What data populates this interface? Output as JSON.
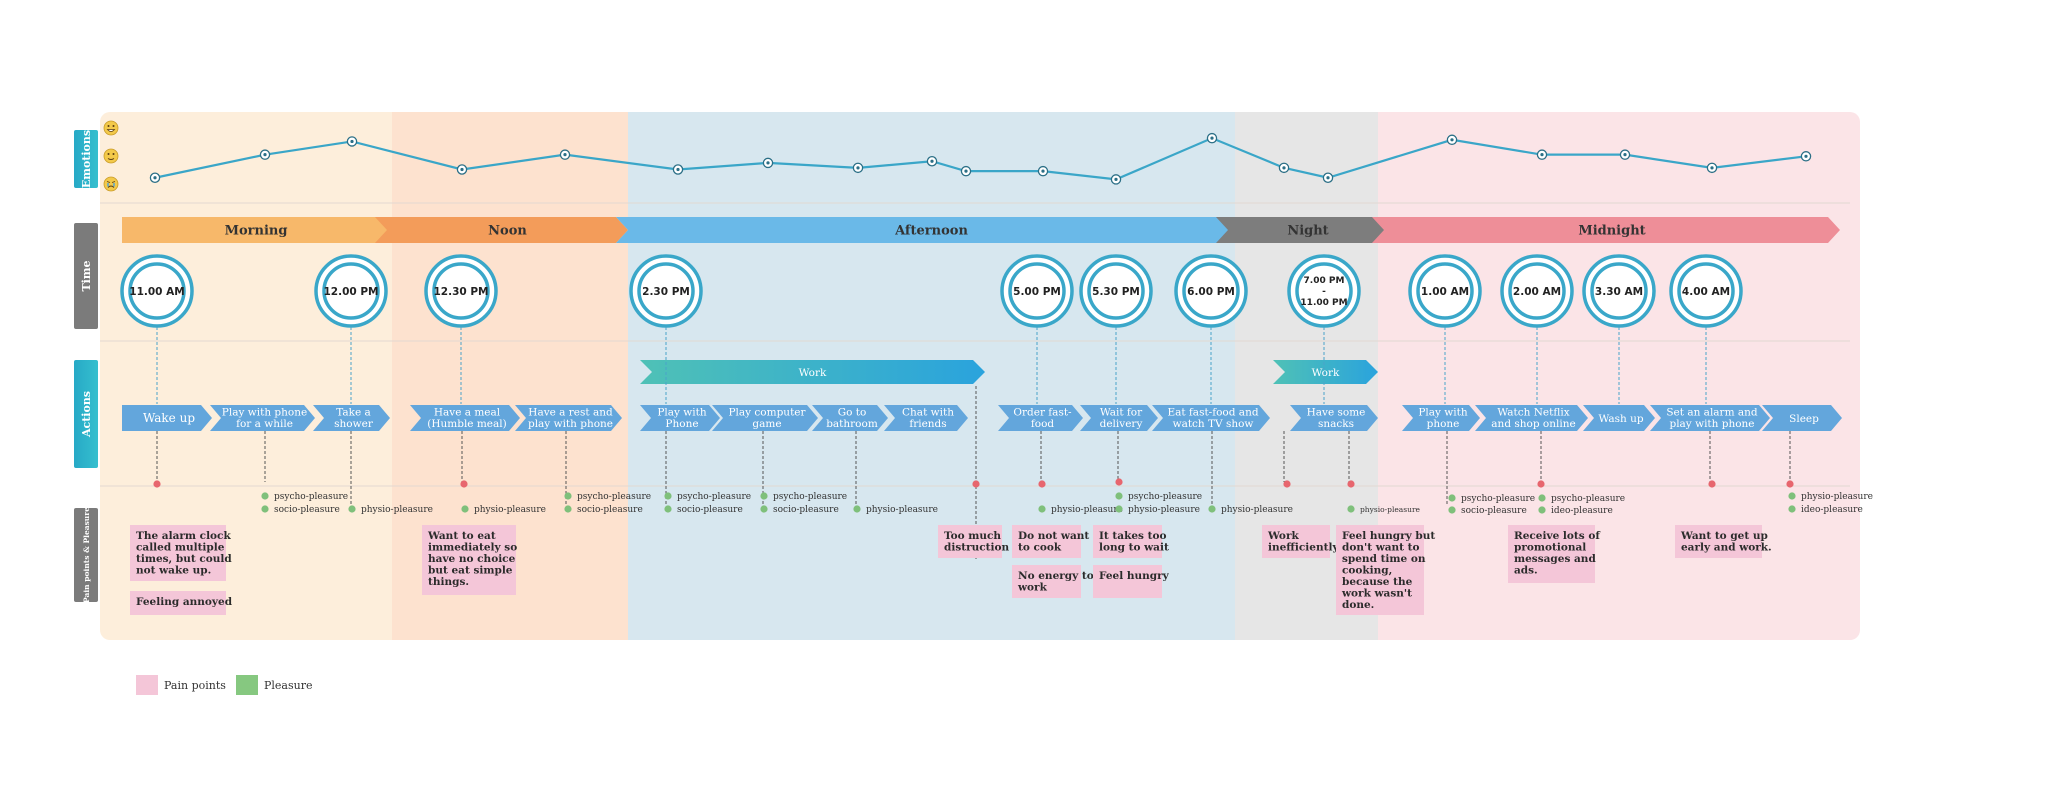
{
  "row_labels": {
    "emotions": "Emotions",
    "time": "Time",
    "actions": "Actions",
    "pain": "Pain points & Pleasure"
  },
  "emotion_icons": [
    "smile-face-icon",
    "neutral-face-icon",
    "cry-face-icon"
  ],
  "emotion_points": [
    {
      "id": 1,
      "level": 0.25
    },
    {
      "id": 2,
      "level": 0.95
    },
    {
      "id": 3,
      "level": 1.35
    },
    {
      "id": 4,
      "level": 0.5
    },
    {
      "id": 5,
      "level": 0.95
    },
    {
      "id": 6,
      "level": 0.5
    },
    {
      "id": 7,
      "level": 0.7
    },
    {
      "id": 8,
      "level": 0.55
    },
    {
      "id": 9,
      "level": 0.75
    },
    {
      "id": 10,
      "level": 0.45
    },
    {
      "id": 11,
      "level": 0.45
    },
    {
      "id": 12,
      "level": 0.2
    },
    {
      "id": 13,
      "level": 1.45
    },
    {
      "id": 14,
      "level": 0.55
    },
    {
      "id": 15,
      "level": 0.25
    },
    {
      "id": 16,
      "level": 1.4
    },
    {
      "id": 17,
      "level": 0.95
    },
    {
      "id": 18,
      "level": 0.95
    },
    {
      "id": 19,
      "level": 0.55
    },
    {
      "id": 20,
      "level": 0.9
    }
  ],
  "phases": [
    {
      "label": "Morning",
      "color": "#f7b86a",
      "band": "#fdeedb"
    },
    {
      "label": "Noon",
      "color": "#f39c5a",
      "band": "#fde2cf"
    },
    {
      "label": "Afternoon",
      "color": "#6ab9e8",
      "band": "#d7e7ef"
    },
    {
      "label": "Night",
      "color": "#7d7d7d",
      "band": "#e6e6e6"
    },
    {
      "label": "Midnight",
      "color": "#ee8e98",
      "band": "#fbe4e7"
    }
  ],
  "times": [
    {
      "label": "11.00 AM"
    },
    {
      "label": "12.00 PM"
    },
    {
      "label": "12.30 PM"
    },
    {
      "label": "2.30 PM"
    },
    {
      "label": "5.00 PM"
    },
    {
      "label": "5.30 PM"
    },
    {
      "label": "6.00 PM"
    },
    {
      "label": "7.00 PM",
      "label2": "-",
      "label3": "11.00 PM"
    },
    {
      "label": "1.00 AM"
    },
    {
      "label": "2.00 AM"
    },
    {
      "label": "3.30 AM"
    },
    {
      "label": "4.00 AM"
    }
  ],
  "work_bars": [
    {
      "label": "Work"
    },
    {
      "label": "Work"
    }
  ],
  "actions": [
    {
      "line1": "Wake up",
      "line2": ""
    },
    {
      "line1": "Play with phone",
      "line2": "for a while"
    },
    {
      "line1": "Take a",
      "line2": "shower"
    },
    {
      "line1": "Have a meal",
      "line2": "(Humble meal)"
    },
    {
      "line1": "Have a rest and",
      "line2": "play with phone"
    },
    {
      "line1": "Play with",
      "line2": "Phone"
    },
    {
      "line1": "Play computer",
      "line2": "game"
    },
    {
      "line1": "Go to",
      "line2": "bathroom"
    },
    {
      "line1": "Chat with",
      "line2": "friends"
    },
    {
      "line1": "Order fast-",
      "line2": "food"
    },
    {
      "line1": "Wait for",
      "line2": "delivery"
    },
    {
      "line1": "Eat fast-food and",
      "line2": "watch TV show"
    },
    {
      "line1": "Have some",
      "line2": "snacks"
    },
    {
      "line1": "Play with",
      "line2": "phone"
    },
    {
      "line1": "Watch Netflix",
      "line2": "and shop online"
    },
    {
      "line1": "Wash up",
      "line2": ""
    },
    {
      "line1": "Set an alarm and",
      "line2": "play with phone"
    },
    {
      "line1": "Sleep",
      "line2": ""
    }
  ],
  "pleasure_tags": [
    {
      "label": "psycho-pleasure"
    },
    {
      "label": "socio-pleasure"
    },
    {
      "label": "physio-pleasure"
    },
    {
      "label": "physio-pleasure"
    },
    {
      "label": "psycho-pleasure"
    },
    {
      "label": "socio-pleasure"
    },
    {
      "label": "psycho-pleasure"
    },
    {
      "label": "socio-pleasure"
    },
    {
      "label": "psycho-pleasure"
    },
    {
      "label": "socio-pleasure"
    },
    {
      "label": "physio-pleasure"
    },
    {
      "label": "physio-pleasure"
    },
    {
      "label": "psycho-pleasure"
    },
    {
      "label": "physio-pleasure"
    },
    {
      "label": "physio-pleasure"
    },
    {
      "label": "physio-pleasure"
    },
    {
      "label": "psycho-pleasure"
    },
    {
      "label": "socio-pleasure"
    },
    {
      "label": "psycho-pleasure"
    },
    {
      "label": "ideo-pleasure"
    },
    {
      "label": "physio-pleasure"
    },
    {
      "label": "ideo-pleasure"
    }
  ],
  "pain_notes": [
    {
      "lines": [
        "The alarm clock",
        "called multiple",
        "times, but could",
        "not wake up."
      ]
    },
    {
      "lines": [
        "Feeling annoyed"
      ]
    },
    {
      "lines": [
        "Want to eat",
        "immediately so",
        "have no choice",
        "but eat simple",
        "things."
      ]
    },
    {
      "lines": [
        "Too much",
        "distruction"
      ]
    },
    {
      "lines": [
        "Do not want",
        "to cook"
      ]
    },
    {
      "lines": [
        "No energy to",
        "work"
      ]
    },
    {
      "lines": [
        "It takes too",
        "long to wait"
      ]
    },
    {
      "lines": [
        "Feel hungry"
      ]
    },
    {
      "lines": [
        "Work",
        "inefficiently"
      ]
    },
    {
      "lines": [
        "Feel hungry but",
        "don't want to",
        "spend time on",
        "cooking,",
        "because the",
        "work wasn't",
        "done."
      ]
    },
    {
      "lines": [
        "Receive lots of",
        "promotional",
        "messages and",
        "ads."
      ]
    },
    {
      "lines": [
        "Want to get up",
        "early and work."
      ]
    }
  ],
  "legend": [
    {
      "label": "Pain points",
      "color": "#f4c6d8"
    },
    {
      "label": "Pleasure",
      "color": "#86c880"
    }
  ],
  "colors": {
    "emotion_line": "#3aa6c8",
    "action_arrow": "#63a6dc",
    "work_bar_start": "#4fc1b6",
    "work_bar_end": "#2aa3dd",
    "tab": "#7b7b7b",
    "tab_teal": "#2fb3c8",
    "pain_dot": "#e7666e",
    "pleasure_dot": "#7fc07b",
    "note": "#f4c6d8",
    "ring": "#3aa7c9"
  }
}
